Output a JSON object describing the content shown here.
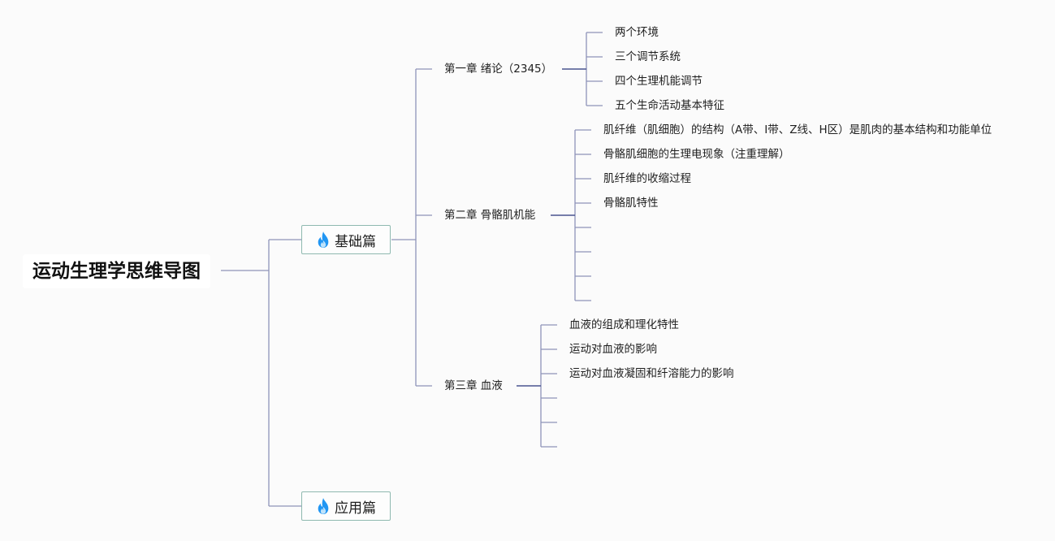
{
  "root": {
    "label": "运动生理学思维导图"
  },
  "parts": [
    {
      "label": "基础篇",
      "icon": "fire-icon",
      "chapters": [
        {
          "label": "第一章 绪论（2345）",
          "items": [
            "两个环境",
            "三个调节系统",
            "四个生理机能调节",
            "五个生命活动基本特征"
          ]
        },
        {
          "label": "第二章 骨骼肌机能",
          "items": [
            "肌纤维（肌细胞）的结构（A带、I带、Z线、H区）是肌肉的基本结构和功能单位",
            "骨骼肌细胞的生理电现象（注重理解）",
            "肌纤维的收缩过程",
            "骨骼肌特性"
          ]
        },
        {
          "label": "第三章 血液",
          "items": [
            "血液的组成和理化特性",
            "运动对血液的影响",
            "运动对血液凝固和纤溶能力的影响"
          ]
        }
      ]
    },
    {
      "label": "应用篇",
      "icon": "fire-icon",
      "chapters": []
    }
  ],
  "colors": {
    "line": "#8e93b8",
    "line_dark": "#4b5590",
    "border": "#8fb9b0",
    "flame": "#2196f3"
  }
}
